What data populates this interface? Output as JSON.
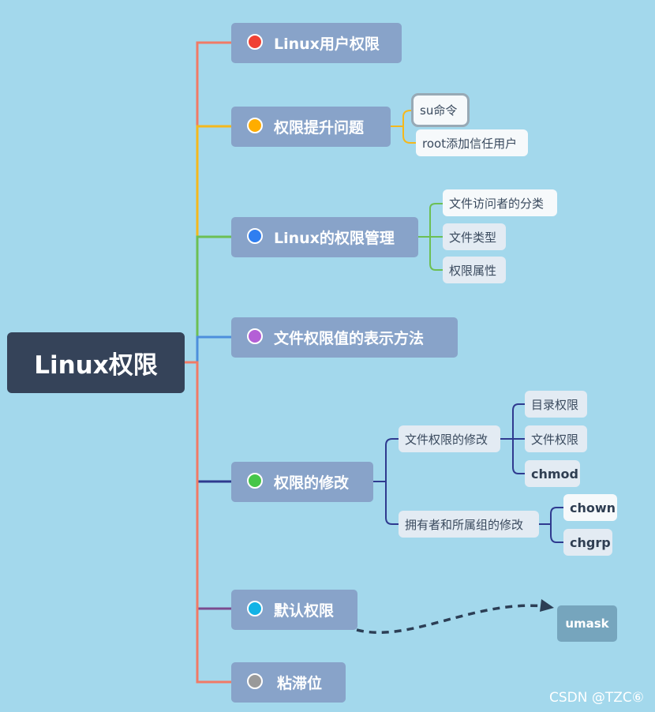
{
  "root": {
    "label": "Linux权限"
  },
  "branches": [
    {
      "label": "Linux用户权限",
      "dot_color": "#f04134",
      "line_color": "#f07a66"
    },
    {
      "label": "权限提升问题",
      "dot_color": "#ffad00",
      "line_color": "#f5b81c"
    },
    {
      "label": "Linux的权限管理",
      "dot_color": "#2f7ef0",
      "line_color": "#6cbf54"
    },
    {
      "label": "文件权限值的表示方法",
      "dot_color": "#b45fd6",
      "line_color": "#4d8fdc"
    },
    {
      "label": "权限的修改",
      "dot_color": "#46c649",
      "line_color": "#2f3a8f"
    },
    {
      "label": "默认权限",
      "dot_color": "#12b3e6",
      "line_color": "#7b4b8f"
    },
    {
      "label": "粘滞位",
      "dot_color": "#9a9a9a",
      "line_color": "#f07a66"
    }
  ],
  "leaves": {
    "elevation": [
      "su命令",
      "root添加信任用户"
    ],
    "management": [
      "文件访问者的分类",
      "文件类型",
      "权限属性"
    ],
    "modify": {
      "file": {
        "label": "文件权限的修改",
        "children": [
          "目录权限",
          "文件权限",
          "chmod"
        ]
      },
      "owner": {
        "label": "拥有者和所属组的修改",
        "children": [
          "chown",
          "chgrp"
        ]
      }
    }
  },
  "umask": {
    "label": "umask"
  },
  "watermark": "CSDN @TZC⑥",
  "colors": {
    "background": "#a3d8ec",
    "root": "#354359",
    "branch": "#88a3c9",
    "elevation_line": "#f5b81c",
    "management_line": "#6cbf54",
    "modify_line": "#2f3a8f",
    "dashed_arrow": "#2c3e55"
  }
}
